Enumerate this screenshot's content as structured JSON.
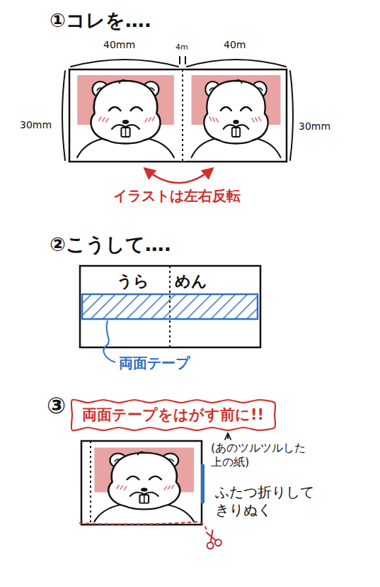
{
  "diagram": {
    "nodes": [
      {
        "text": [
          "うら",
          "めん"
        ]
      },
      {
        "text": [
          "両面テープをはがす前に!!"
        ]
      }
    ],
    "labels": [
      "①コレを….",
      "40mm",
      "4m",
      "40m",
      "30mm",
      "30mm",
      "イラストは左右反転",
      "②こうして….",
      "両面テープ",
      "③",
      "(あのツルツルした 上の紙)",
      "ふたつ折りして きりぬく"
    ]
  }
}
